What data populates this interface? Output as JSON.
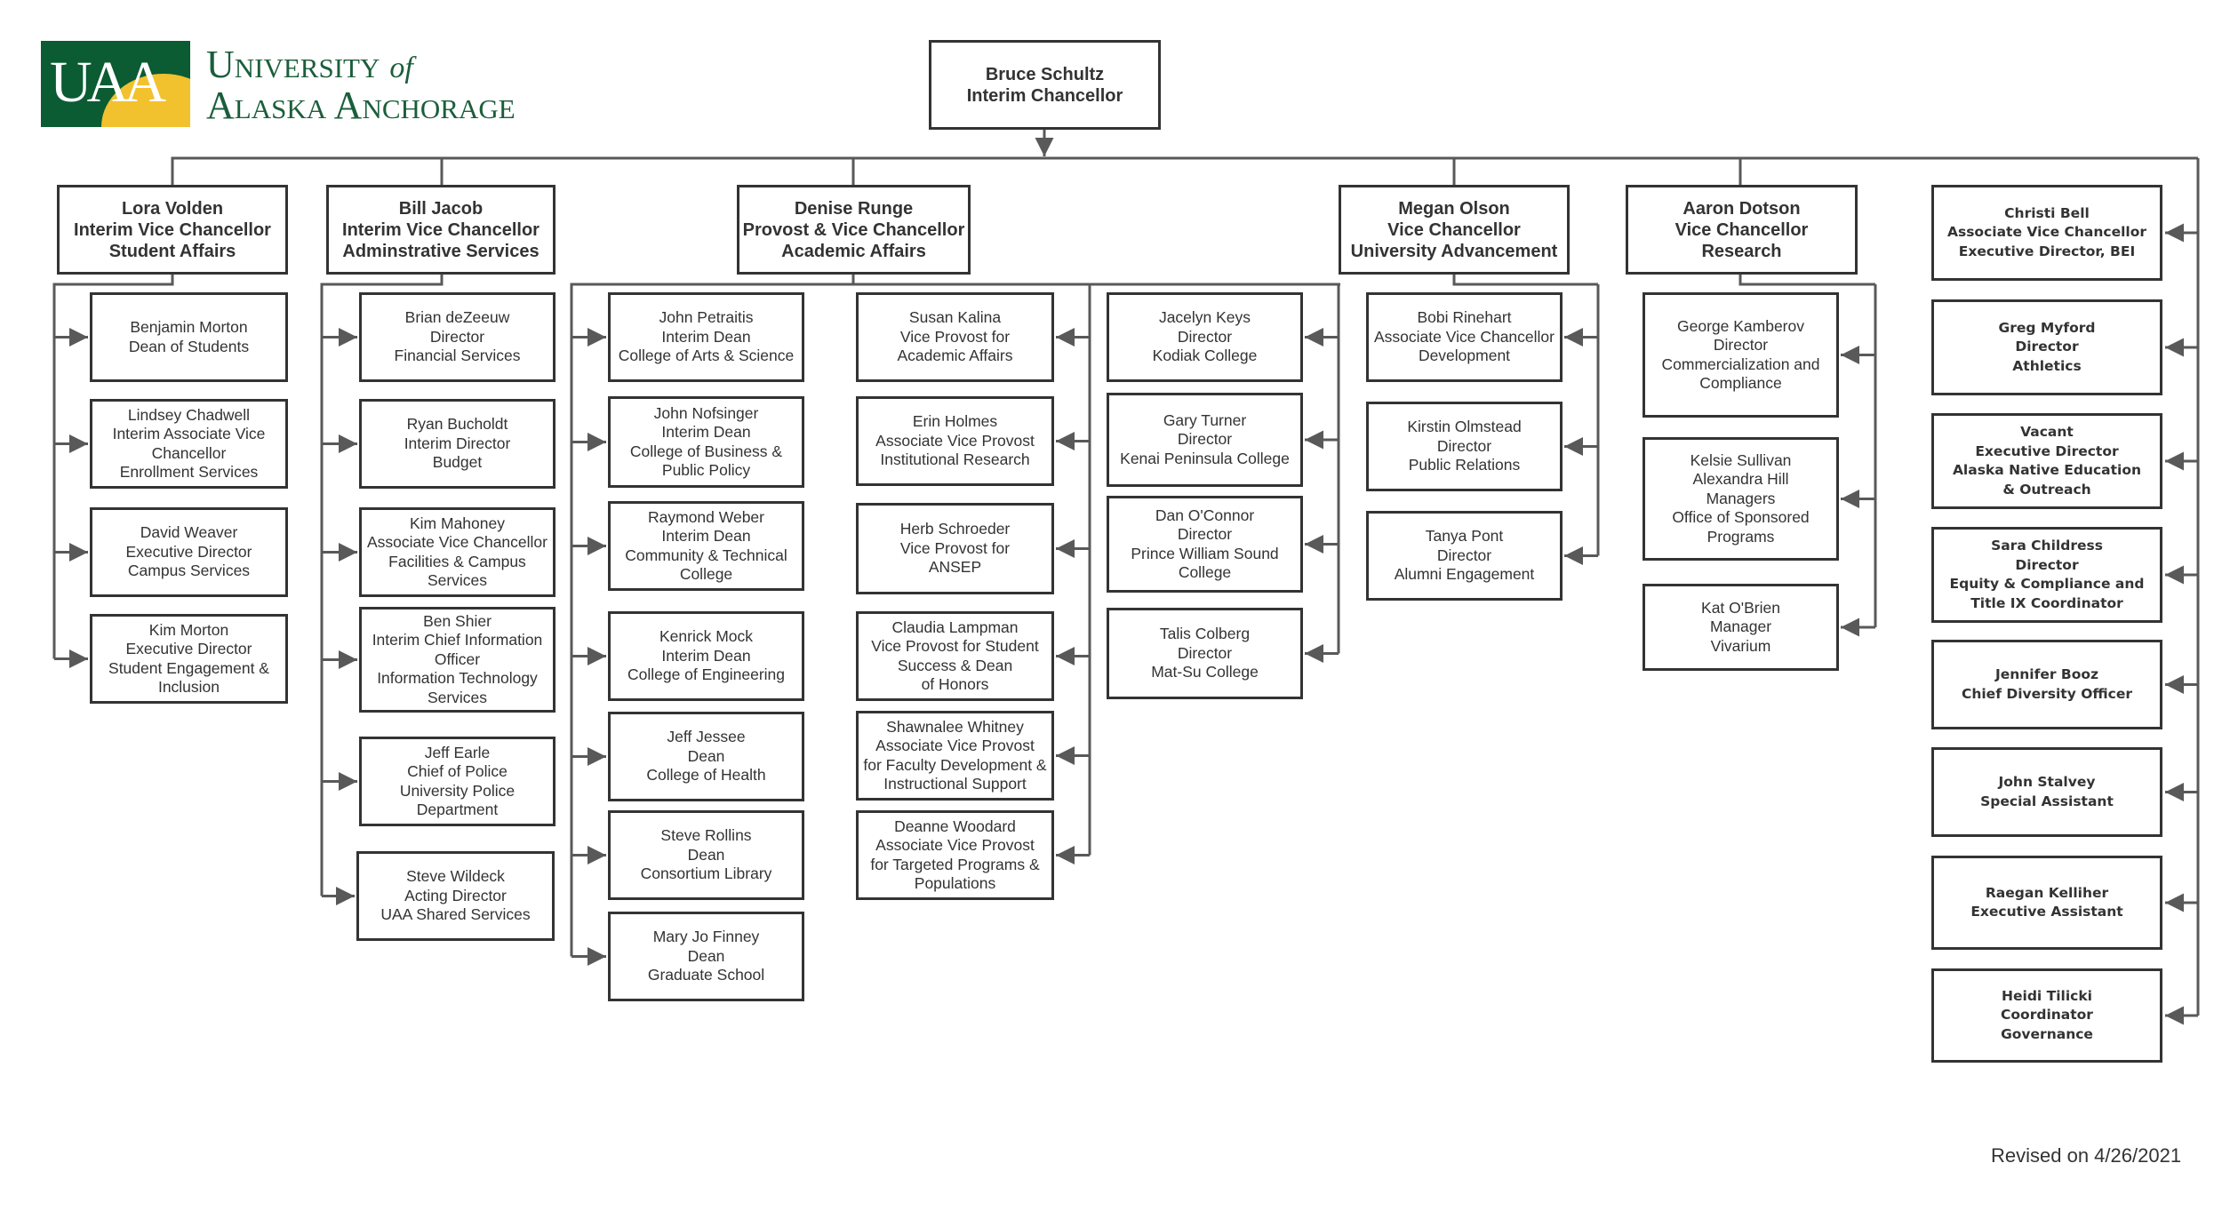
{
  "logo": {
    "mark_text": "UAA",
    "line1": "University",
    "line1_suffix": "of",
    "line2": "Alaska Anchorage"
  },
  "chancellor": {
    "lines": [
      "Bruce Schultz",
      "Interim Chancellor"
    ]
  },
  "vice_chancellors": [
    {
      "id": "lora",
      "lines": [
        "Lora Volden",
        "Interim Vice Chancellor",
        "Student Affairs"
      ]
    },
    {
      "id": "bill",
      "lines": [
        "Bill Jacob",
        "Interim Vice Chancellor",
        "Adminstrative Services"
      ]
    },
    {
      "id": "denise",
      "lines": [
        "Denise Runge",
        "Provost & Vice Chancellor",
        "Academic Affairs"
      ]
    },
    {
      "id": "megan",
      "lines": [
        "Megan Olson",
        "Vice Chancellor",
        "University Advancement"
      ]
    },
    {
      "id": "aaron",
      "lines": [
        "Aaron Dotson",
        "Vice Chancellor",
        "Research"
      ]
    }
  ],
  "student_affairs": [
    {
      "lines": [
        "Benjamin Morton",
        "Dean of Students"
      ]
    },
    {
      "lines": [
        "Lindsey Chadwell",
        "Interim Associate Vice",
        "Chancellor",
        "Enrollment Services"
      ]
    },
    {
      "lines": [
        "David Weaver",
        "Executive Director",
        "Campus Services"
      ]
    },
    {
      "lines": [
        "Kim Morton",
        "Executive Director",
        "Student Engagement &",
        "Inclusion"
      ]
    }
  ],
  "administrative_services": [
    {
      "lines": [
        "Brian deZeeuw",
        "Director",
        "Financial Services"
      ]
    },
    {
      "lines": [
        "Ryan Bucholdt",
        "Interim Director",
        "Budget"
      ]
    },
    {
      "lines": [
        "Kim Mahoney",
        "Associate Vice Chancellor",
        "Facilities & Campus",
        "Services"
      ]
    },
    {
      "lines": [
        "Ben Shier",
        "Interim Chief Information",
        "Officer",
        "Information Technology",
        "Services"
      ]
    },
    {
      "lines": [
        "Jeff Earle",
        "Chief of Police",
        "University Police",
        "Department"
      ]
    },
    {
      "lines": [
        "Steve Wildeck",
        "Acting Director",
        "UAA Shared Services"
      ]
    }
  ],
  "academic_deans": [
    {
      "lines": [
        "John Petraitis",
        "Interim Dean",
        "College of Arts & Science"
      ]
    },
    {
      "lines": [
        "John Nofsinger",
        "Interim Dean",
        "College of Business &",
        "Public Policy"
      ]
    },
    {
      "lines": [
        "Raymond Weber",
        "Interim Dean",
        "Community & Technical",
        "College"
      ]
    },
    {
      "lines": [
        "Kenrick Mock",
        "Interim Dean",
        "College of Engineering"
      ]
    },
    {
      "lines": [
        "Jeff Jessee",
        "Dean",
        "College of Health"
      ]
    },
    {
      "lines": [
        "Steve Rollins",
        "Dean",
        "Consortium Library"
      ]
    },
    {
      "lines": [
        "Mary Jo Finney",
        "Dean",
        "Graduate School"
      ]
    }
  ],
  "academic_provosts": [
    {
      "lines": [
        "Susan Kalina",
        "Vice Provost for",
        "Academic Affairs"
      ]
    },
    {
      "lines": [
        "Erin Holmes",
        "Associate Vice Provost",
        "Institutional Research"
      ]
    },
    {
      "lines": [
        "Herb Schroeder",
        "Vice Provost for",
        "ANSEP"
      ]
    },
    {
      "lines": [
        "Claudia Lampman",
        "Vice Provost for Student",
        "Success & Dean",
        "of Honors"
      ]
    },
    {
      "lines": [
        "Shawnalee Whitney",
        "Associate Vice Provost",
        "for Faculty Development &",
        "Instructional Support"
      ]
    },
    {
      "lines": [
        "Deanne Woodard",
        "Associate Vice Provost",
        "for Targeted Programs &",
        "Populations"
      ]
    }
  ],
  "community_campuses": [
    {
      "lines": [
        "Jacelyn Keys",
        "Director",
        "Kodiak College"
      ]
    },
    {
      "lines": [
        "Gary Turner",
        "Director",
        "Kenai Peninsula College"
      ]
    },
    {
      "lines": [
        "Dan O'Connor",
        "Director",
        "Prince William Sound",
        "College"
      ]
    },
    {
      "lines": [
        "Talis Colberg",
        "Director",
        "Mat-Su College"
      ]
    }
  ],
  "university_advancement": [
    {
      "lines": [
        "Bobi Rinehart",
        "Associate Vice Chancellor",
        "Development"
      ]
    },
    {
      "lines": [
        "Kirstin Olmstead",
        "Director",
        "Public Relations"
      ]
    },
    {
      "lines": [
        "Tanya Pont",
        "Director",
        "Alumni Engagement"
      ]
    }
  ],
  "research": [
    {
      "lines": [
        "George Kamberov",
        "Director",
        "Commercialization and",
        "Compliance"
      ]
    },
    {
      "lines": [
        "Kelsie Sullivan",
        "Alexandra Hill",
        "Managers",
        "Office of Sponsored",
        "Programs"
      ]
    },
    {
      "lines": [
        "Kat O'Brien",
        "Manager",
        "Vivarium"
      ]
    }
  ],
  "chancellor_direct_reports": [
    {
      "lines": [
        "Christi Bell",
        "Associate Vice Chancellor",
        "Executive Director, BEI"
      ]
    },
    {
      "lines": [
        "Greg Myford",
        "Director",
        "Athletics"
      ]
    },
    {
      "lines": [
        "Vacant",
        "Executive Director",
        "Alaska Native Education",
        "& Outreach"
      ]
    },
    {
      "lines": [
        "Sara Childress",
        "Director",
        "Equity & Compliance and",
        "Title IX Coordinator"
      ]
    },
    {
      "lines": [
        "Jennifer Booz",
        "Chief Diversity Officer"
      ]
    },
    {
      "lines": [
        "John Stalvey",
        "Special Assistant"
      ]
    },
    {
      "lines": [
        "Raegan Kelliher",
        "Executive Assistant"
      ]
    },
    {
      "lines": [
        "Heidi Tilicki",
        "Coordinator",
        "Governance"
      ]
    }
  ],
  "footer": {
    "revised": "Revised on 4/26/2021"
  },
  "colors": {
    "logo_green": "#0b5b33",
    "logo_gold": "#f2c12e",
    "connector": "#595959",
    "border": "#333333"
  }
}
